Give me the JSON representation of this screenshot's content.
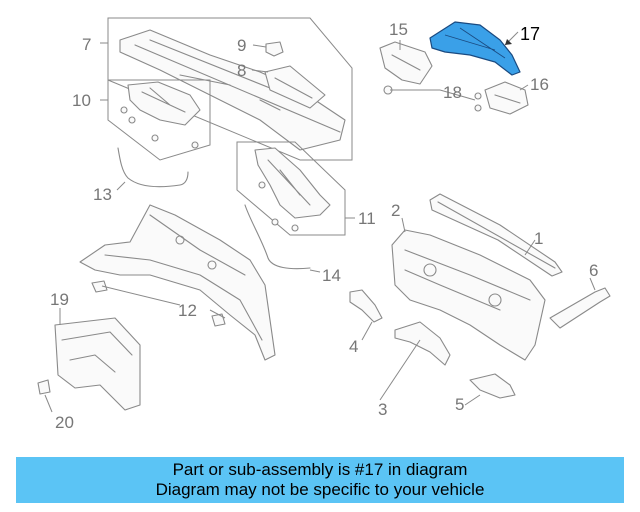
{
  "callouts": {
    "c1": "1",
    "c2": "2",
    "c3": "3",
    "c4": "4",
    "c5": "5",
    "c6": "6",
    "c7": "7",
    "c8": "8",
    "c9": "9",
    "c10": "10",
    "c11": "11",
    "c12": "12",
    "c13": "13",
    "c14": "14",
    "c15": "15",
    "c16": "16",
    "c17": "17",
    "c18": "18",
    "c19": "19",
    "c20": "20"
  },
  "highlight": {
    "part": "17",
    "color": "#3aa0e8"
  },
  "banner": {
    "line1": "Part or sub-assembly is #17 in diagram",
    "line2": "Diagram may not be specific to your vehicle",
    "color": "#5bc4f5"
  }
}
